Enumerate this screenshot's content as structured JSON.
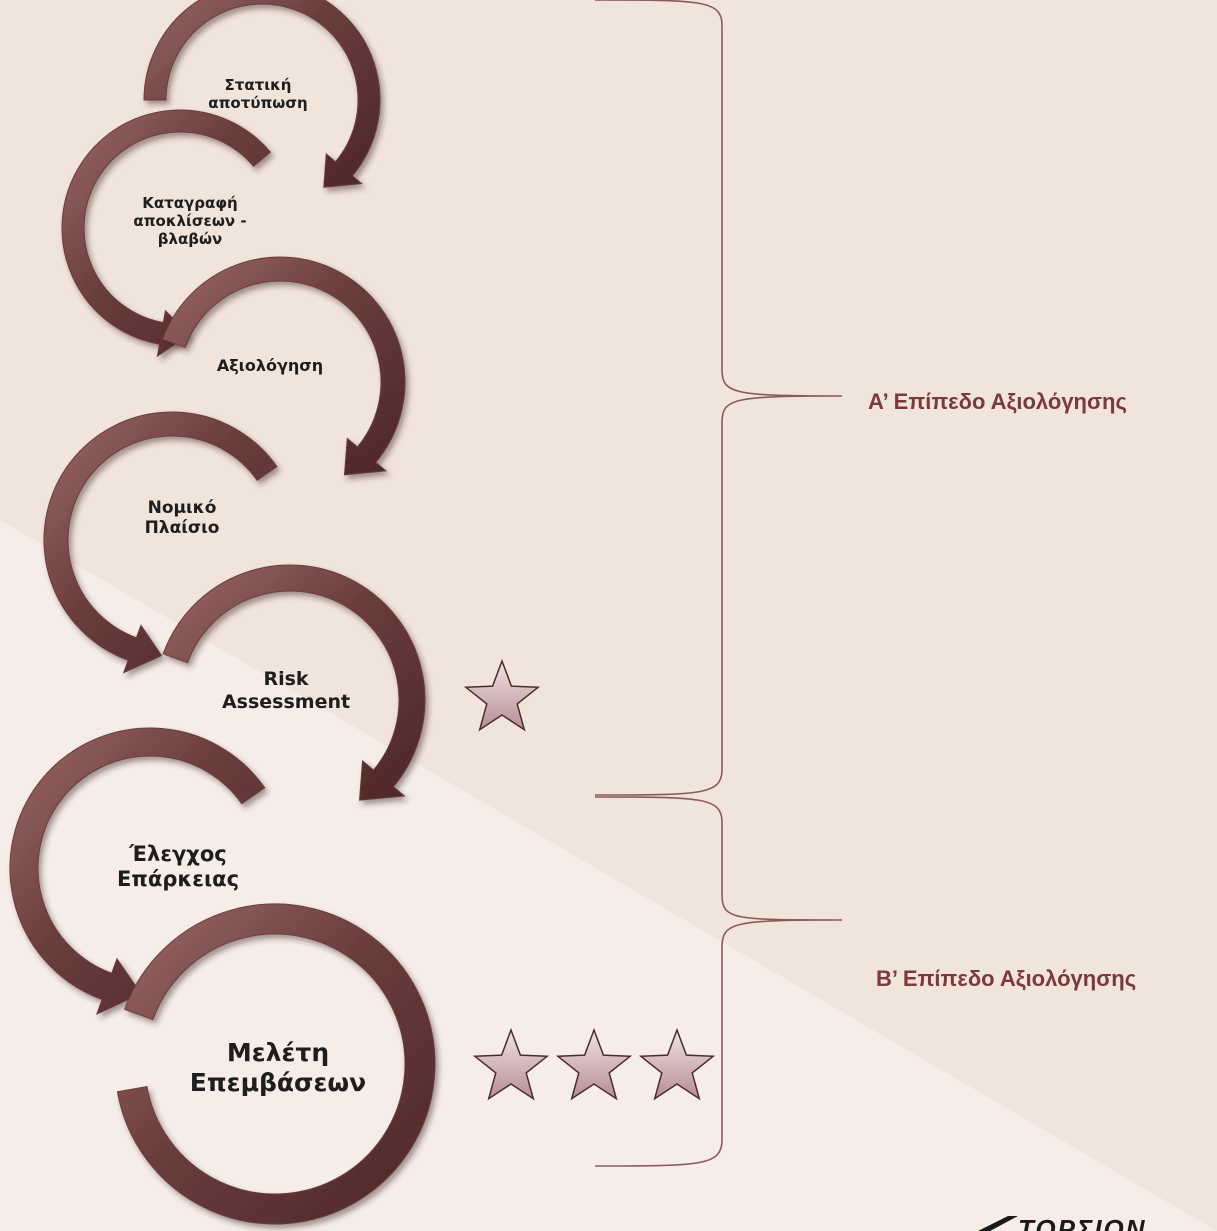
{
  "steps": [
    {
      "label_lines": [
        "Στατική",
        "αποτύπωση"
      ]
    },
    {
      "label_lines": [
        "Καταγραφή",
        "αποκλίσεων -",
        "βλαβών"
      ]
    },
    {
      "label_lines": [
        "Αξιολόγηση"
      ]
    },
    {
      "label_lines": [
        "Νομικό",
        "Πλαίσιο"
      ]
    },
    {
      "label_lines": [
        "Risk",
        "Assessment"
      ]
    },
    {
      "label_lines": [
        "Έλεγχος",
        "Επάρκειας"
      ]
    },
    {
      "label_lines": [
        "Μελέτη",
        "Επεμβάσεων"
      ]
    }
  ],
  "levels": {
    "a_label": "Α’ Επίπεδο Αξιολόγησης",
    "b_label": "Β’ Επίπεδο Αξιολόγησης"
  },
  "ratings": {
    "risk_assessment_stars": 1,
    "study_stars": 3
  },
  "logo_text": "ΤΟΡΣΙΟΝ",
  "colors": {
    "arrow": "#6b3d3d",
    "arrow_highlight": "#9c6a68",
    "background_upper": "#f1e4da",
    "background_lower": "#f6ede8",
    "accent_text": "#7a3a3a",
    "star_fill": "#c9a7ac",
    "star_stroke": "#4a2b2b"
  }
}
